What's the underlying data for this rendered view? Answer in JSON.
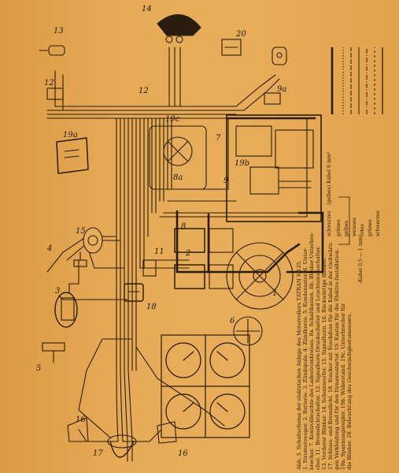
{
  "caption": {
    "line1": "Abb. 3. Schaltschema der elektrischen Anlage des Motorrollers TATRAN S 125.",
    "line2": "1. Stromerzeuger. 2. Batterie. 3. Zündspule. 4. Zündkerze. 5. Kondensator. 6. Unter-",
    "line3": "brecher. 7. Kontrollleuchte des Ladestromkreises. 8a. Schaltkasten. 8b. Blinker-Unterbre-",
    "line4": "cher. 11. Bremslichtschalter. 12. Signalhorn-Druckschalter und Leuchtenumschalter.",
    "line5": "13. Vorderer Blinker. 14. Scheinwerfer. 15. Signalhorn. 16. Rückwärtige Blinker.",
    "line6": "17. Schluss- und Bremslicht. 18. Stecker mit Steckdose für die Kabel in der rückwärti-",
    "line7": "gen Verkleidung und für den Dynamostarter. 19. Kasten für die Elektro-Installation.",
    "line8": "19a. Spannungsregler. 19b. Widerstand. 19c. Unterbrecher für",
    "line9": "die Blinker. 20. Beleuchtung des Geschwindigkeitsmessers."
  },
  "legend": {
    "black_6mm": "schwarzes",
    "yellow_6mm": "(gelbes) Kabel 6 mm²",
    "green": "grünes",
    "yellow": "gelbes",
    "white": "weisses",
    "red": "rotes",
    "green2": "grünes",
    "black2": "schwarzes",
    "cable_small": "-Kabel 0,5 — 1 mm²"
  },
  "labels": {
    "l1": "1",
    "l2": "2",
    "l3": "3",
    "l4": "4",
    "l5": "5",
    "l6": "6",
    "l7": "7",
    "l8": "8",
    "l8a": "8a",
    "l9": "9",
    "l9a": "9a",
    "l11": "11",
    "l12": "12",
    "l12b": "12",
    "l13": "13",
    "l14": "14",
    "l15": "15",
    "l16a": "16",
    "l16b": "16",
    "l17": "17",
    "l18": "18",
    "l19a": "19a",
    "l19b": "19b",
    "l19c": "19c",
    "l20": "20"
  },
  "colors": {
    "paper": "#e3a44f",
    "ink": "#241808"
  }
}
